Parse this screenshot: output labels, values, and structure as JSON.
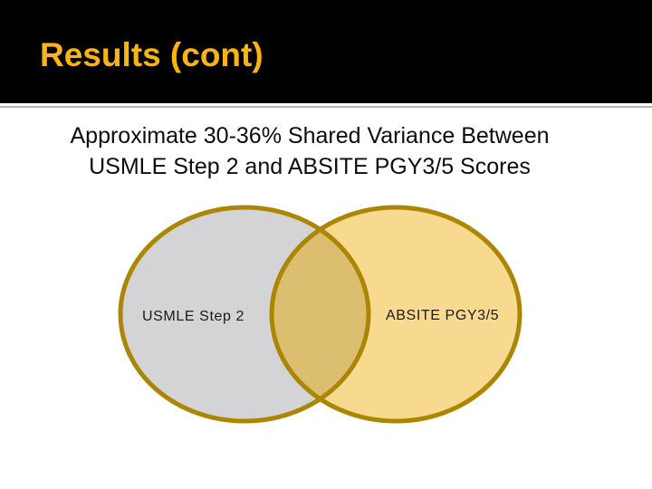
{
  "slide": {
    "title": "Results (cont)",
    "heading": {
      "line1": "Approximate 30-36% Shared Variance Between",
      "line2": "USMLE Step 2 and ABSITE PGY3/5 Scores"
    },
    "venn": {
      "left_label": "USMLE Step 2",
      "right_label": "ABSITE PGY3/5"
    },
    "colors": {
      "header_bg": "#000000",
      "title_text": "#FBB418",
      "divider": "#b3b3b3",
      "body_bg": "#ffffff",
      "heading_text": "#0d0d0d",
      "left_circle_fill": "#d4d4d7",
      "right_circle_fill": "#f7da8f",
      "overlap_fill": "#dcbe71",
      "circle_stroke": "#ac8600"
    }
  }
}
